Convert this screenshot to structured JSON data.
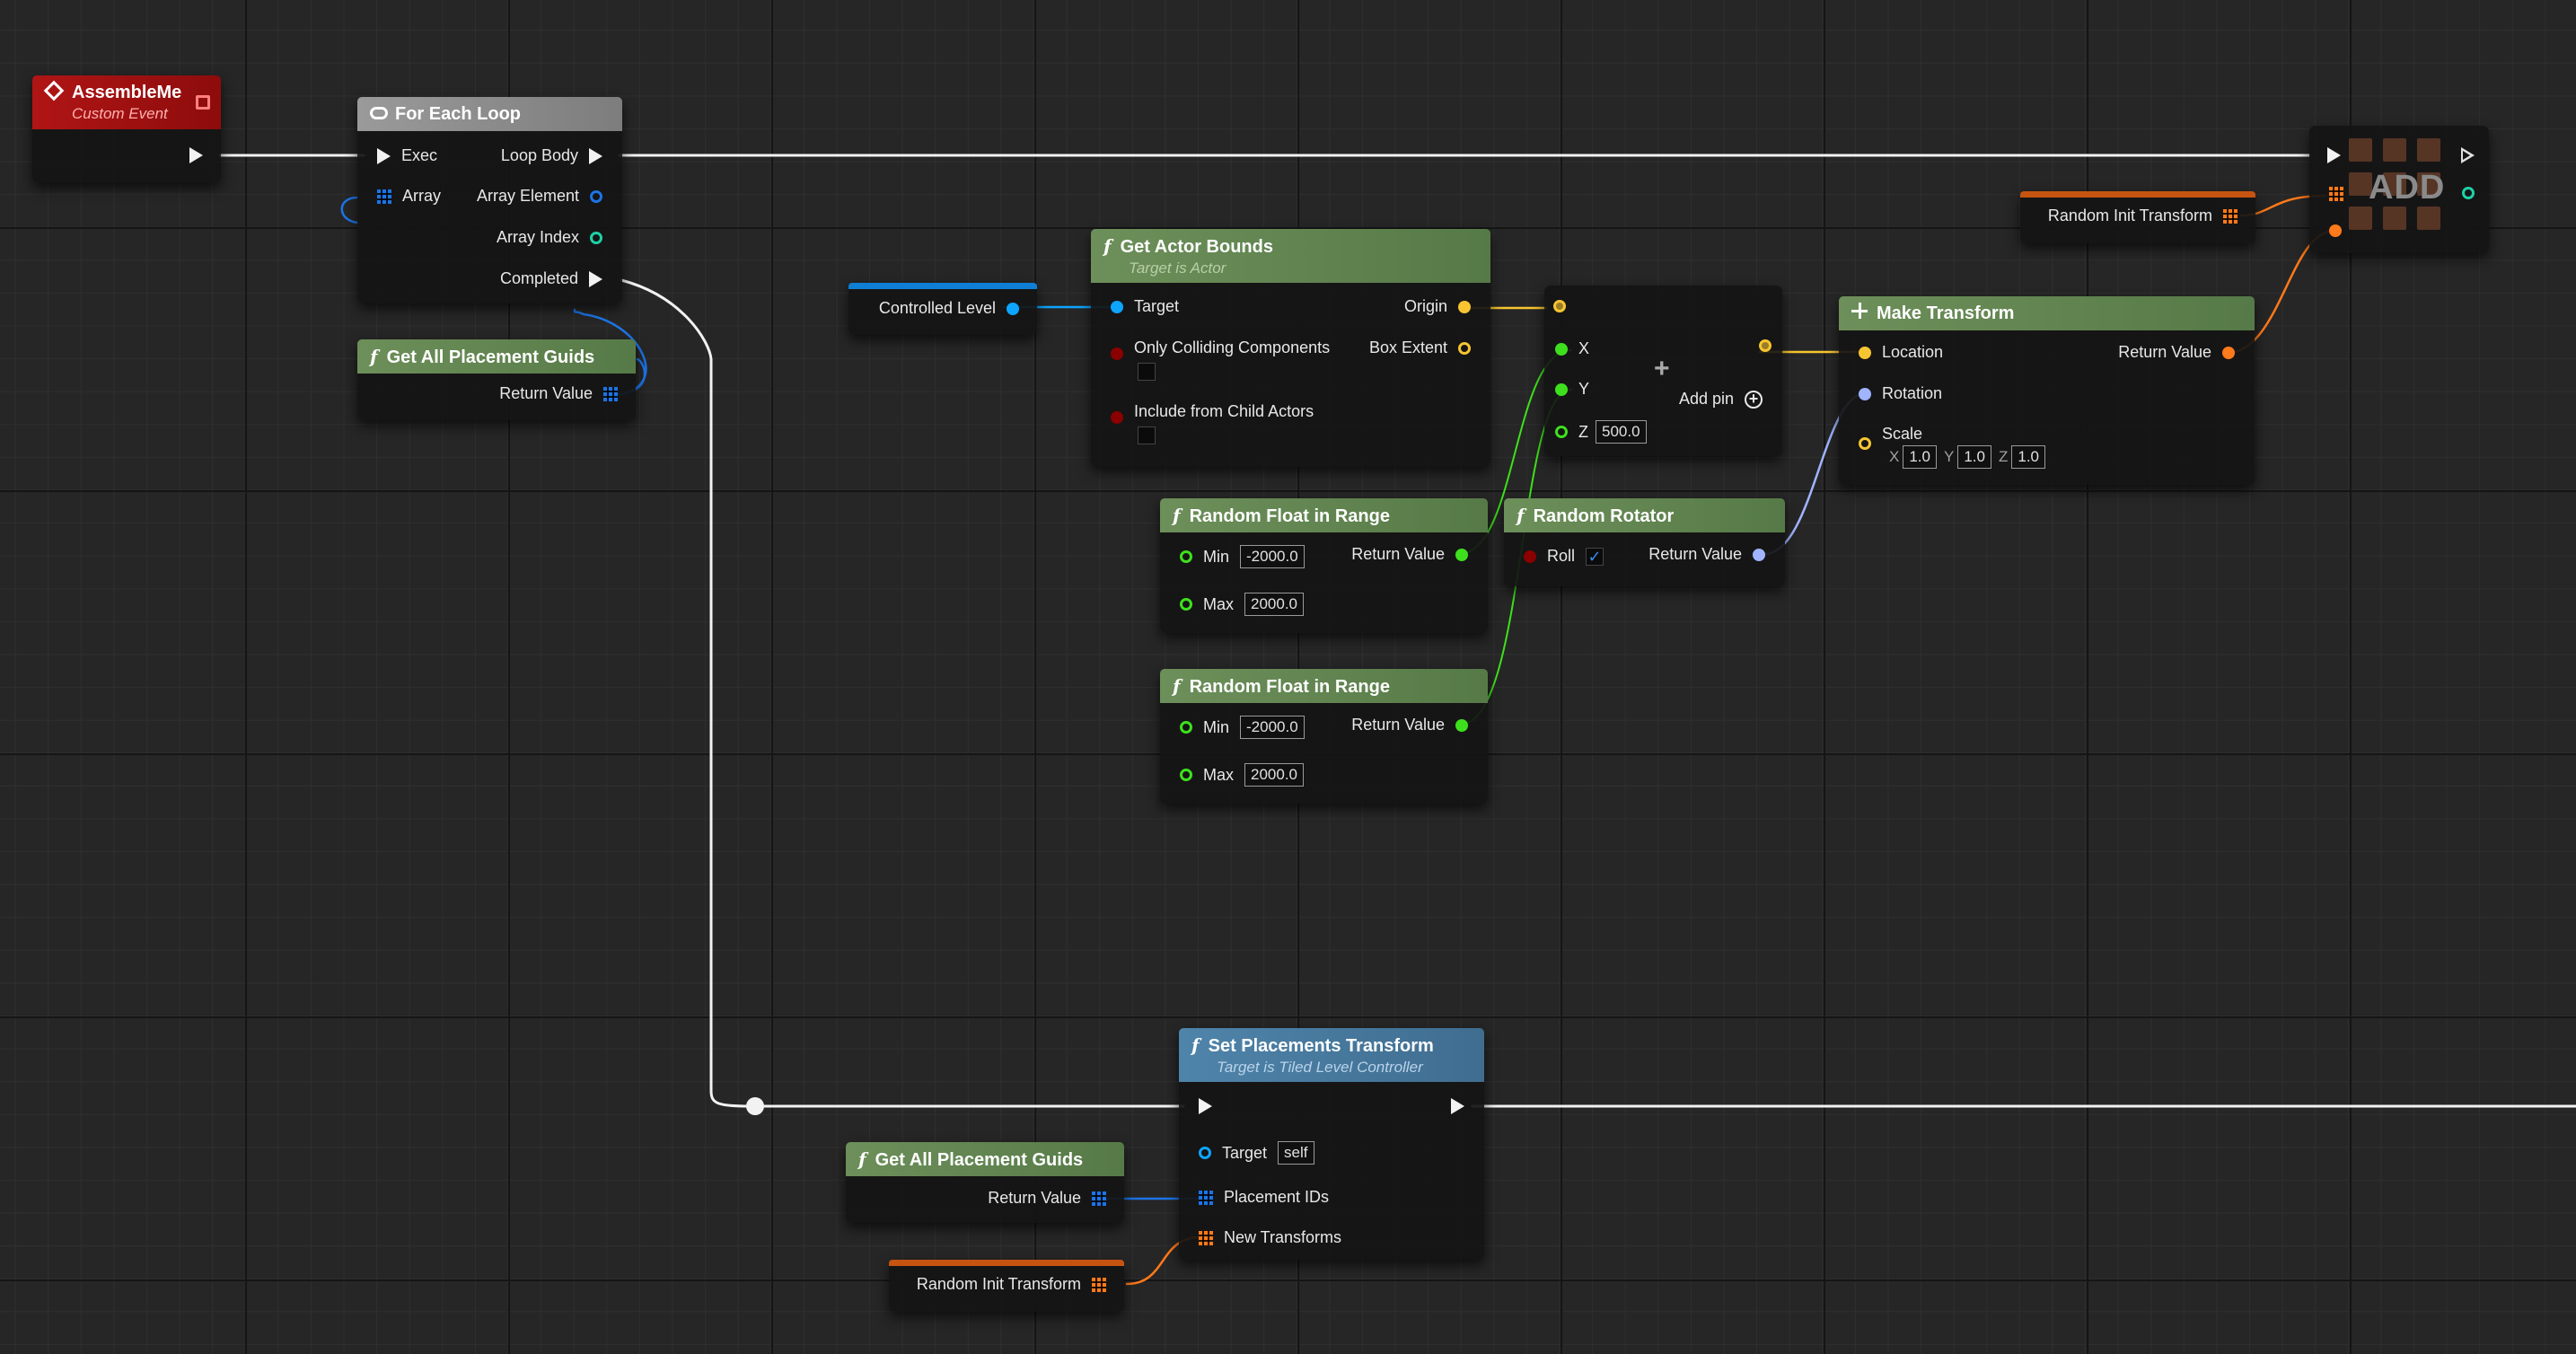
{
  "event_node": {
    "title": "AssembleMe",
    "subtitle": "Custom Event"
  },
  "for_each_loop": {
    "title": "For Each Loop",
    "pins_in": [
      "Exec",
      "Array"
    ],
    "pins_out": [
      "Loop Body",
      "Array Element",
      "Array Index",
      "Completed"
    ]
  },
  "get_all_placement_guids_top": {
    "title": "Get All Placement Guids",
    "return_label": "Return Value"
  },
  "controlled_level": {
    "label": "Controlled Level"
  },
  "get_actor_bounds": {
    "title": "Get Actor Bounds",
    "subtitle": "Target is Actor",
    "target_label": "Target",
    "only_colliding": "Only Colliding Components",
    "include_child": "Include from Child Actors",
    "origin_label": "Origin",
    "box_extent_label": "Box Extent"
  },
  "make_vector": {
    "x_label": "X",
    "y_label": "Y",
    "z_label": "Z",
    "z_value": "500.0",
    "add_pin_label": "Add pin"
  },
  "random_float_1": {
    "title": "Random Float in Range",
    "min_label": "Min",
    "min_value": "-2000.0",
    "max_label": "Max",
    "max_value": "2000.0",
    "return_label": "Return Value"
  },
  "random_float_2": {
    "title": "Random Float in Range",
    "min_label": "Min",
    "min_value": "-2000.0",
    "max_label": "Max",
    "max_value": "2000.0",
    "return_label": "Return Value"
  },
  "random_rotator": {
    "title": "Random Rotator",
    "roll_label": "Roll",
    "roll_checked": "✓",
    "return_label": "Return Value"
  },
  "make_transform": {
    "title": "Make Transform",
    "location_label": "Location",
    "rotation_label": "Rotation",
    "scale_label": "Scale",
    "scale_x_label": "X",
    "scale_x": "1.0",
    "scale_y_label": "Y",
    "scale_y": "1.0",
    "scale_z_label": "Z",
    "scale_z": "1.0",
    "return_label": "Return Value"
  },
  "random_init_transform_top": {
    "label": "Random Init Transform"
  },
  "add_node": {
    "title": "ADD"
  },
  "set_placements_transform": {
    "title": "Set Placements Transform",
    "subtitle": "Target is Tiled Level Controller",
    "target_label": "Target",
    "target_value": "self",
    "placement_ids_label": "Placement IDs",
    "new_transforms_label": "New Transforms"
  },
  "get_all_placement_guids_bottom": {
    "title": "Get All Placement Guids",
    "return_label": "Return Value"
  },
  "random_init_transform_bottom": {
    "label": "Random Init Transform"
  },
  "colors": {
    "exec": "#f2f2f2",
    "object": "#0ea5ff",
    "vector": "#f7c531",
    "float": "#3ee01d",
    "rotator": "#a0b4ff",
    "transform": "#ff7a1a",
    "guid_array": "#1d74e5",
    "int": "#1ed0a8",
    "bool": "#8b0000",
    "function_header": "#6d8f5a",
    "event_header": "#b01515"
  }
}
